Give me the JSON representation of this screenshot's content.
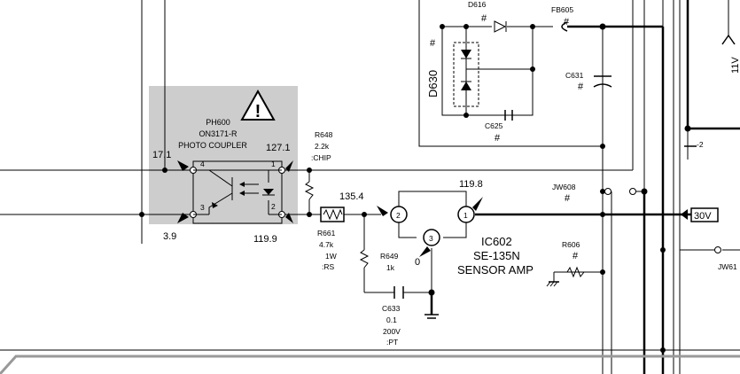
{
  "photo_coupler": {
    "ref": "PH600",
    "part": "ON3171-R",
    "desc": "PHOTO COUPLER",
    "pin1": "1",
    "pin2": "2",
    "pin3": "3",
    "pin4": "4",
    "v_pin4": "17.1",
    "v_pin3": "3.9",
    "v_pin1": "127.1",
    "v_pin2": "119.9",
    "warning_icon": "warning-triangle-icon"
  },
  "r648": {
    "ref": "R648",
    "value": "2.2k",
    "note": ":CHIP"
  },
  "r661": {
    "ref": "R661",
    "value": "4.7k",
    "power": "1W",
    "note": ":RS"
  },
  "r649": {
    "ref": "R649",
    "value": "1k"
  },
  "r606": {
    "ref": "R606",
    "mark": "#"
  },
  "c633": {
    "ref": "C633",
    "value": "0.1",
    "voltage": "200V",
    "note": ":PT"
  },
  "c631": {
    "ref": "C631",
    "mark": "#"
  },
  "c625": {
    "ref": "C625",
    "mark": "#"
  },
  "d630": {
    "ref": "D630",
    "mark": "#"
  },
  "d616": {
    "ref": "D616",
    "mark": "#"
  },
  "fb605": {
    "ref": "FB605",
    "mark": "#"
  },
  "jw608": {
    "ref": "JW608",
    "mark": "#"
  },
  "jw61x": {
    "ref": "JW61"
  },
  "ic602": {
    "ref": "IC602",
    "part": "SE-135N",
    "desc": "SENSOR AMP",
    "pin1": "1",
    "pin2": "2",
    "pin3": "3",
    "v_pin2": "135.4",
    "v_pin1": "119.8",
    "v_pin3": "0"
  },
  "rail_30v": "30V",
  "rail_11v": "11V",
  "rail_minus2": "-2"
}
